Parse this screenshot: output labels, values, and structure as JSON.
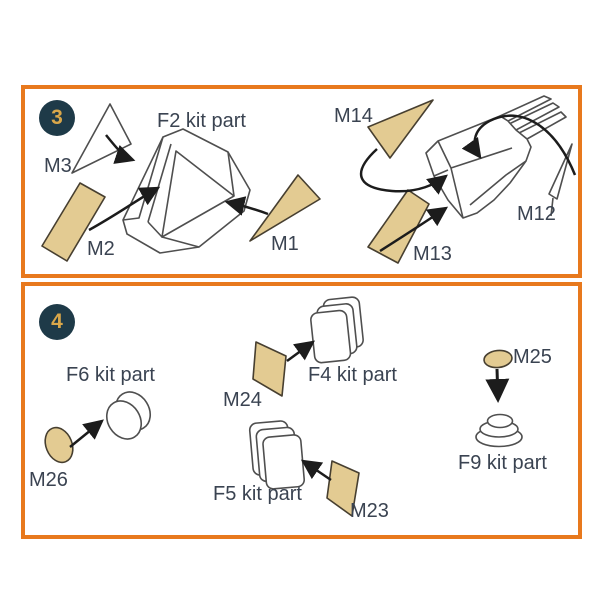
{
  "colors": {
    "background": "#ffffff",
    "panel_border": "#e8791d",
    "step_circle": "#1e3a48",
    "step_number": "#d9a74a",
    "mask_fill": "#e3cb92",
    "mask_outline": "#473f30",
    "line_art": "#4f4f4f",
    "arrow": "#1c1c1c",
    "label_text": "#3a4351"
  },
  "step3": {
    "number": "3",
    "labels": {
      "m3": "M3",
      "f2": "F2 kit part",
      "m2": "M2",
      "m1": "M1",
      "m14": "M14",
      "m13": "M13",
      "m12": "M12"
    }
  },
  "step4": {
    "number": "4",
    "labels": {
      "f6": "F6 kit part",
      "m26": "M26",
      "m24": "M24",
      "f4": "F4 kit part",
      "f5": "F5 kit part",
      "m23": "M23",
      "m25": "M25",
      "f9": "F9 kit part"
    }
  }
}
